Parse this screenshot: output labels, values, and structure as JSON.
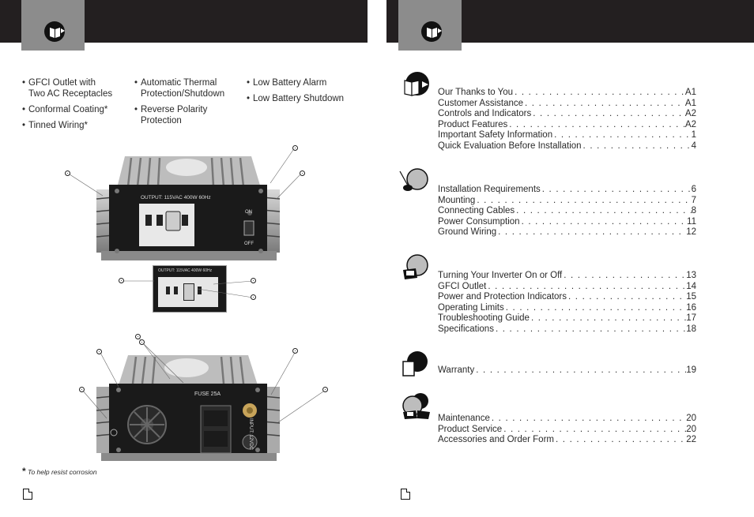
{
  "features": {
    "col1": [
      {
        "lines": [
          "GFCI Outlet with",
          "Two AC Receptacles"
        ]
      },
      {
        "lines": [
          "Conformal Coating*"
        ]
      },
      {
        "lines": [
          "Tinned Wiring*"
        ]
      }
    ],
    "col2": [
      {
        "lines": [
          "Automatic Thermal",
          "Protection/Shutdown"
        ]
      },
      {
        "lines": [
          "Reverse Polarity",
          "Protection"
        ]
      }
    ],
    "col3": [
      {
        "lines": [
          "Low Battery Alarm"
        ]
      },
      {
        "lines": [
          "Low Battery Shutdown"
        ]
      }
    ]
  },
  "footnote": {
    "mark": "*",
    "text": "To help resist corrosion"
  },
  "front_panel": {
    "output_label": "OUTPUT: 115VAC 400W 60Hz",
    "on_label": "ON",
    "off_label": "OFF",
    "inset_label": "OUTPUT: 115VAC 400W 60Hz"
  },
  "rear_panel": {
    "fuse_label": "FUSE 25A",
    "input_label": "INPUT: 12VDC"
  },
  "toc": {
    "sections": [
      {
        "icon": "section-one-icon",
        "entries": [
          {
            "title": "Our Thanks to You",
            "page": "A1"
          },
          {
            "title": "Customer Assistance",
            "page": "A1"
          },
          {
            "title": "Controls and Indicators",
            "page": "A2"
          },
          {
            "title": "Product Features",
            "page": "A2"
          },
          {
            "title": "Important Safety Information",
            "page": "1"
          },
          {
            "title": "Quick Evaluation Before Installation",
            "page": "4"
          }
        ]
      },
      {
        "icon": "section-two-icon",
        "entries": [
          {
            "title": "Installation Requirements",
            "page": "6"
          },
          {
            "title": "Mounting",
            "page": "7"
          },
          {
            "title": "Connecting Cables",
            "page": "8"
          },
          {
            "title": "Power Consumption",
            "page": "11"
          },
          {
            "title": "Ground Wiring",
            "page": "12"
          }
        ]
      },
      {
        "icon": "section-three-icon",
        "entries": [
          {
            "title": "Turning Your Inverter On or Off",
            "page": "13"
          },
          {
            "title": "GFCI Outlet",
            "page": "14"
          },
          {
            "title": "Power and Protection Indicators",
            "page": "15"
          },
          {
            "title": "Operating Limits",
            "page": "16"
          },
          {
            "title": "Troubleshooting Guide",
            "page": "17"
          },
          {
            "title": "Specifications",
            "page": "18"
          }
        ]
      },
      {
        "icon": "section-four-icon",
        "entries": [
          {
            "title": "Warranty",
            "page": "19"
          }
        ]
      },
      {
        "icon": "section-five-icon",
        "entries": [
          {
            "title": "Maintenance",
            "page": "20"
          },
          {
            "title": "Product Service",
            "page": "20"
          },
          {
            "title": "Accessories and Order Form",
            "page": "22"
          }
        ]
      }
    ]
  },
  "colors": {
    "header": "#231f20",
    "tab": "#8c8c8c",
    "text": "#2a2a2a"
  }
}
